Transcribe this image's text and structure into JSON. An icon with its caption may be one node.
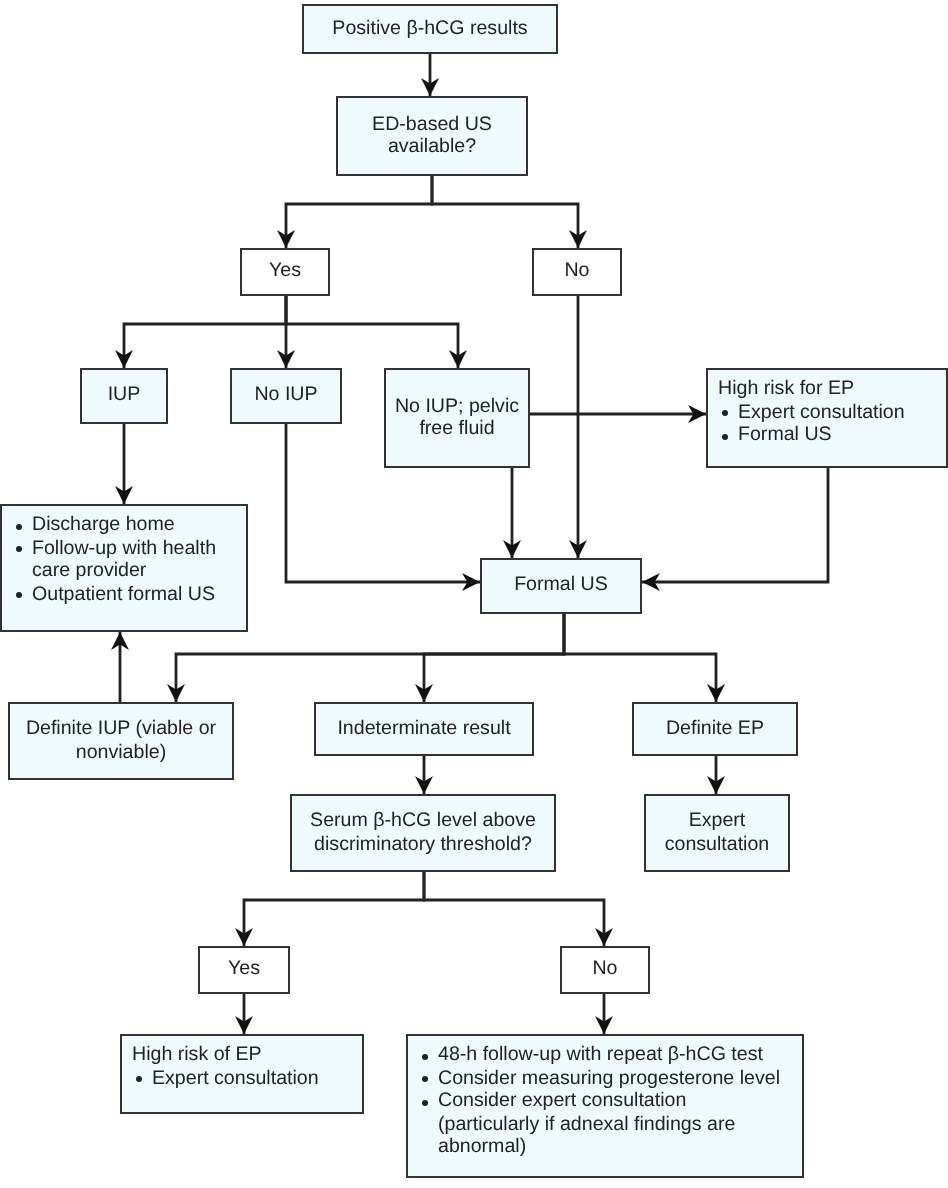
{
  "diagram": {
    "nodes": [
      {
        "text": [
          "Positive β-hCG results"
        ]
      },
      {
        "text": [
          "ED-based US available?"
        ]
      },
      {
        "text": [
          "Yes"
        ]
      },
      {
        "text": [
          "No"
        ]
      },
      {
        "text": [
          "IUP"
        ]
      },
      {
        "text": [
          "No IUP"
        ]
      },
      {
        "text": [
          "No IUP; pelvic free fluid"
        ]
      },
      {
        "text": [
          "High risk for EP",
          "Expert consultation",
          "Formal US"
        ]
      },
      {
        "text": [
          "Discharge home",
          "Follow-up with health care provider",
          "Outpatient formal US"
        ]
      },
      {
        "text": [
          "Formal US"
        ]
      },
      {
        "text": [
          "Definite IUP (viable or nonviable)"
        ]
      },
      {
        "text": [
          "Indeterminate result"
        ]
      },
      {
        "text": [
          "Definite EP"
        ]
      },
      {
        "text": [
          "Expert consultation"
        ]
      },
      {
        "text": [
          "Serum β-hCG level above discriminatory threshold?"
        ]
      },
      {
        "text": [
          "Yes"
        ]
      },
      {
        "text": [
          "No"
        ]
      },
      {
        "text": [
          "High risk of EP",
          "Expert consultation"
        ]
      },
      {
        "text": [
          "48-h follow-up with repeat β-hCG test",
          "Consider measuring progesterone level",
          "Consider expert consultation (particularly if adnexal findings are abnormal)"
        ]
      }
    ],
    "edges": [
      {
        "from": 0,
        "to": 1,
        "arrow": "to"
      },
      {
        "from": 1,
        "to": 2,
        "arrow": "to"
      },
      {
        "from": 1,
        "to": 3,
        "arrow": "to"
      },
      {
        "from": 2,
        "to": 4,
        "arrow": "to"
      },
      {
        "from": 2,
        "to": 5,
        "arrow": "to"
      },
      {
        "from": 2,
        "to": 6,
        "arrow": "to"
      },
      {
        "from": 6,
        "to": 7,
        "arrow": "to"
      },
      {
        "from": 4,
        "to": 8,
        "arrow": "to"
      },
      {
        "from": 5,
        "to": 9,
        "arrow": "to"
      },
      {
        "from": 6,
        "to": 9,
        "arrow": "to"
      },
      {
        "from": 3,
        "to": 9,
        "arrow": "to"
      },
      {
        "from": 7,
        "to": 9,
        "arrow": "to"
      },
      {
        "from": 9,
        "to": 10,
        "arrow": "to"
      },
      {
        "from": 9,
        "to": 11,
        "arrow": "to"
      },
      {
        "from": 9,
        "to": 12,
        "arrow": "to"
      },
      {
        "from": 10,
        "to": 8,
        "arrow": "to"
      },
      {
        "from": 11,
        "to": 14,
        "arrow": "to"
      },
      {
        "from": 12,
        "to": 13,
        "arrow": "to"
      },
      {
        "from": 14,
        "to": 15,
        "arrow": "to"
      },
      {
        "from": 14,
        "to": 16,
        "arrow": "to"
      },
      {
        "from": 15,
        "to": 17,
        "arrow": "to"
      },
      {
        "from": 16,
        "to": 18,
        "arrow": "to"
      }
    ]
  }
}
